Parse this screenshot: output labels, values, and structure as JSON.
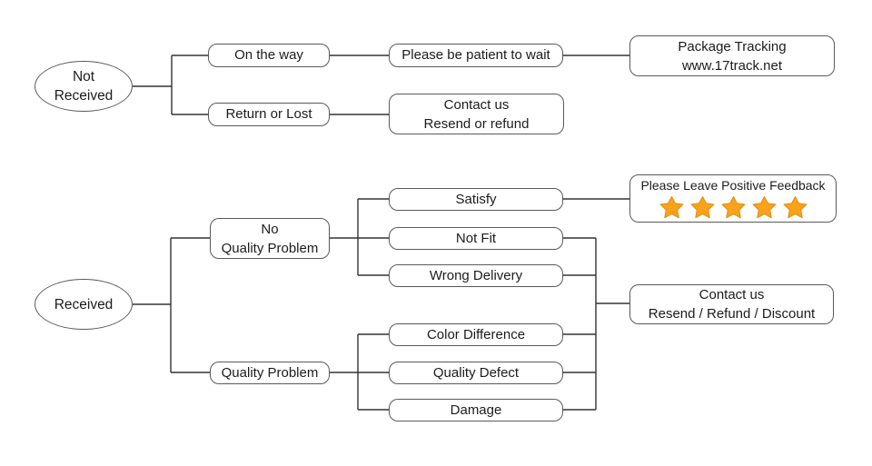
{
  "flowchart": {
    "colors": {
      "background": "#ffffff",
      "line": "#333333",
      "node_border": "#5a5a5a",
      "text": "#1c1c1c",
      "star_fill": "#FAA21B",
      "star_edge": "#E1900F"
    },
    "feedback_stars": 5,
    "nodes": {
      "not_received": {
        "line1": "Not",
        "line2": "Received"
      },
      "on_the_way": {
        "line1": "On the way"
      },
      "please_wait": {
        "line1": "Please be patient to wait"
      },
      "package_tracking": {
        "line1": "Package Tracking",
        "line2": "www.17track.net"
      },
      "return_or_lost": {
        "line1": "Return or Lost"
      },
      "contact_resend": {
        "line1": "Contact us",
        "line2": "Resend or refund"
      },
      "received": {
        "line1": "Received"
      },
      "no_quality_problem": {
        "line1": "No",
        "line2": "Quality Problem"
      },
      "satisfy": {
        "line1": "Satisfy"
      },
      "not_fit": {
        "line1": "Not Fit"
      },
      "wrong_delivery": {
        "line1": "Wrong Delivery"
      },
      "positive_feedback": {
        "line1": "Please Leave Positive Feedback"
      },
      "quality_problem": {
        "line1": "Quality Problem"
      },
      "color_difference": {
        "line1": "Color Difference"
      },
      "quality_defect": {
        "line1": "Quality Defect"
      },
      "damage": {
        "line1": "Damage"
      },
      "contact_discount": {
        "line1": "Contact us",
        "line2": "Resend / Refund / Discount"
      }
    },
    "edges": [
      {
        "from": "not_received",
        "to": "on_the_way"
      },
      {
        "from": "not_received",
        "to": "return_or_lost"
      },
      {
        "from": "on_the_way",
        "to": "please_wait"
      },
      {
        "from": "please_wait",
        "to": "package_tracking"
      },
      {
        "from": "return_or_lost",
        "to": "contact_resend"
      },
      {
        "from": "received",
        "to": "no_quality_problem"
      },
      {
        "from": "received",
        "to": "quality_problem"
      },
      {
        "from": "no_quality_problem",
        "to": "satisfy"
      },
      {
        "from": "no_quality_problem",
        "to": "not_fit"
      },
      {
        "from": "no_quality_problem",
        "to": "wrong_delivery"
      },
      {
        "from": "satisfy",
        "to": "positive_feedback"
      },
      {
        "from": "not_fit",
        "to": "contact_discount"
      },
      {
        "from": "wrong_delivery",
        "to": "contact_discount"
      },
      {
        "from": "quality_problem",
        "to": "color_difference"
      },
      {
        "from": "quality_problem",
        "to": "quality_defect"
      },
      {
        "from": "quality_problem",
        "to": "damage"
      },
      {
        "from": "color_difference",
        "to": "contact_discount"
      },
      {
        "from": "quality_defect",
        "to": "contact_discount"
      },
      {
        "from": "damage",
        "to": "contact_discount"
      }
    ]
  }
}
